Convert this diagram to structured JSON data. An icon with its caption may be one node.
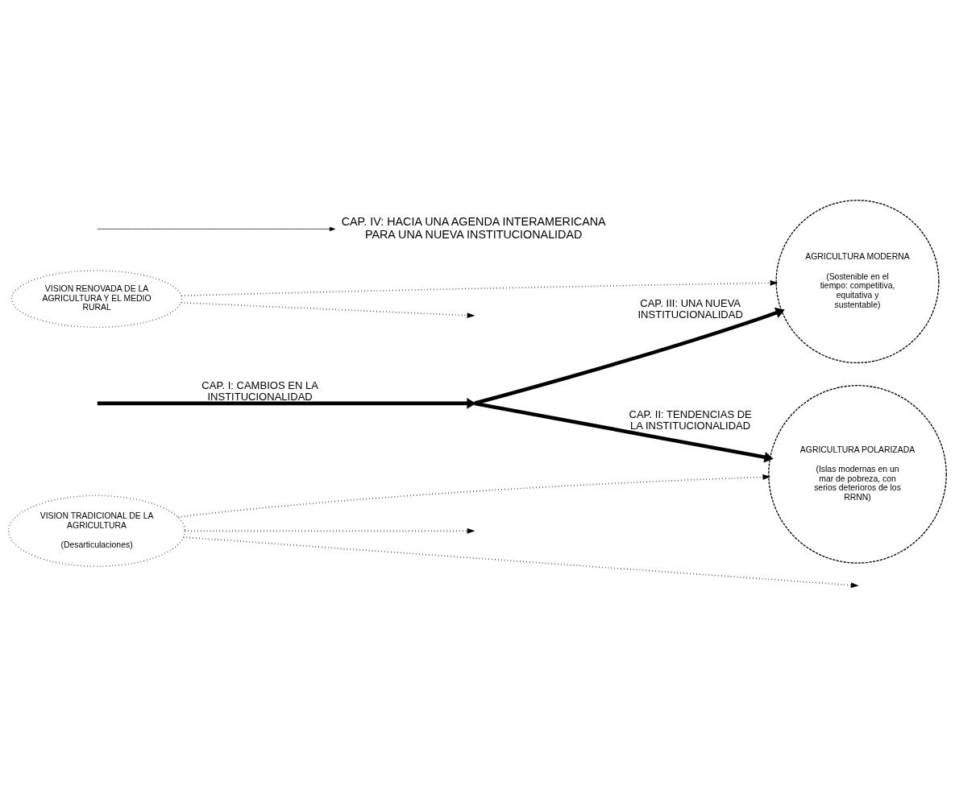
{
  "diagram": {
    "nodes": [
      {
        "text": [
          "VISION RENOVADA DE LA AGRICULTURA Y EL MEDIO RURAL"
        ]
      },
      {
        "text": [
          "AGRICULTURA MODERNA",
          "(Sostenible en el tiempo: competitiva, equitativa y sustentable)"
        ]
      },
      {
        "text": [
          "AGRICULTURA POLARIZADA",
          "(Islas modernas en un mar de pobreza, con serios deterioros de los RRNN)"
        ]
      },
      {
        "text": [
          "VISION TRADICIONAL DE LA AGRICULTURA",
          "(Desarticulaciones)"
        ]
      },
      {
        "text": [
          "CAP. IV: HACIA UNA AGENDA INTERAMERICANA PARA UNA NUEVA INSTITUCIONALIDAD"
        ]
      },
      {
        "text": [],
        "shape": "point"
      }
    ],
    "edges": [
      {
        "from": null,
        "to": 5,
        "arrow": "to",
        "label": "CAP. I: CAMBIOS EN LA INSTITUCIONALIDAD",
        "style": "thick"
      },
      {
        "from": 5,
        "to": 1,
        "arrow": "to",
        "label": "CAP. III: UNA NUEVA INSTITUCIONALIDAD",
        "style": "thick"
      },
      {
        "from": 5,
        "to": 2,
        "arrow": "to",
        "label": "CAP. II: TENDENCIAS DE LA INSTITUCIONALIDAD",
        "style": "thick"
      },
      {
        "from": 0,
        "to": 1,
        "arrow": "to",
        "style": "dashed"
      },
      {
        "from": 0,
        "to": null,
        "arrow": "to",
        "style": "dashed"
      },
      {
        "from": 3,
        "to": null,
        "arrow": "to",
        "style": "dashed"
      },
      {
        "from": 3,
        "to": null,
        "arrow": "to",
        "style": "dashed"
      },
      {
        "from": 3,
        "to": 2,
        "arrow": "to",
        "style": "dashed"
      },
      {
        "from": null,
        "to": 4,
        "arrow": "to"
      }
    ]
  }
}
